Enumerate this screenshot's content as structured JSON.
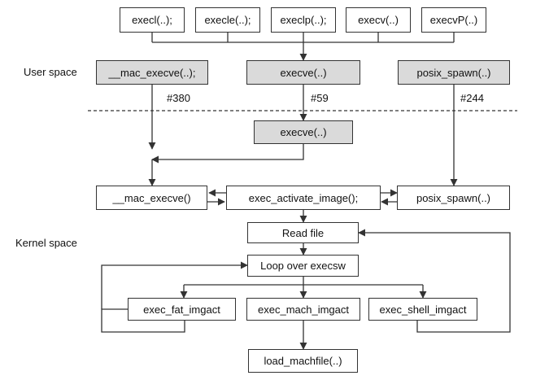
{
  "labels": {
    "user_space": "User space",
    "kernel_space": "Kernel space",
    "syscall_380": "#380",
    "syscall_59": "#59",
    "syscall_244": "#244"
  },
  "nodes": {
    "execl": "execl(..);",
    "execle": "execle(..);",
    "execlp": "execlp(..);",
    "execv": "execv(..)",
    "execvp": "execvP(..)",
    "mac_execve_user": "__mac_execve(..);",
    "execve_user": "execve(..)",
    "posix_spawn_user": "posix_spawn(..)",
    "execve_kernel": "execve(..)",
    "mac_execve_kernel": "__mac_execve()",
    "exec_activate_image": "exec_activate_image();",
    "posix_spawn_kernel": "posix_spawn(..)",
    "read_file": "Read file",
    "loop_execsw": "Loop over execsw",
    "exec_fat_imgact": "exec_fat_imgact",
    "exec_mach_imgact": "exec_mach_imgact",
    "exec_shell_imgact": "exec_shell_imgact",
    "load_machfile": "load_machfile(..)"
  },
  "colors": {
    "shaded_box": "#dadada",
    "line": "#333333"
  }
}
